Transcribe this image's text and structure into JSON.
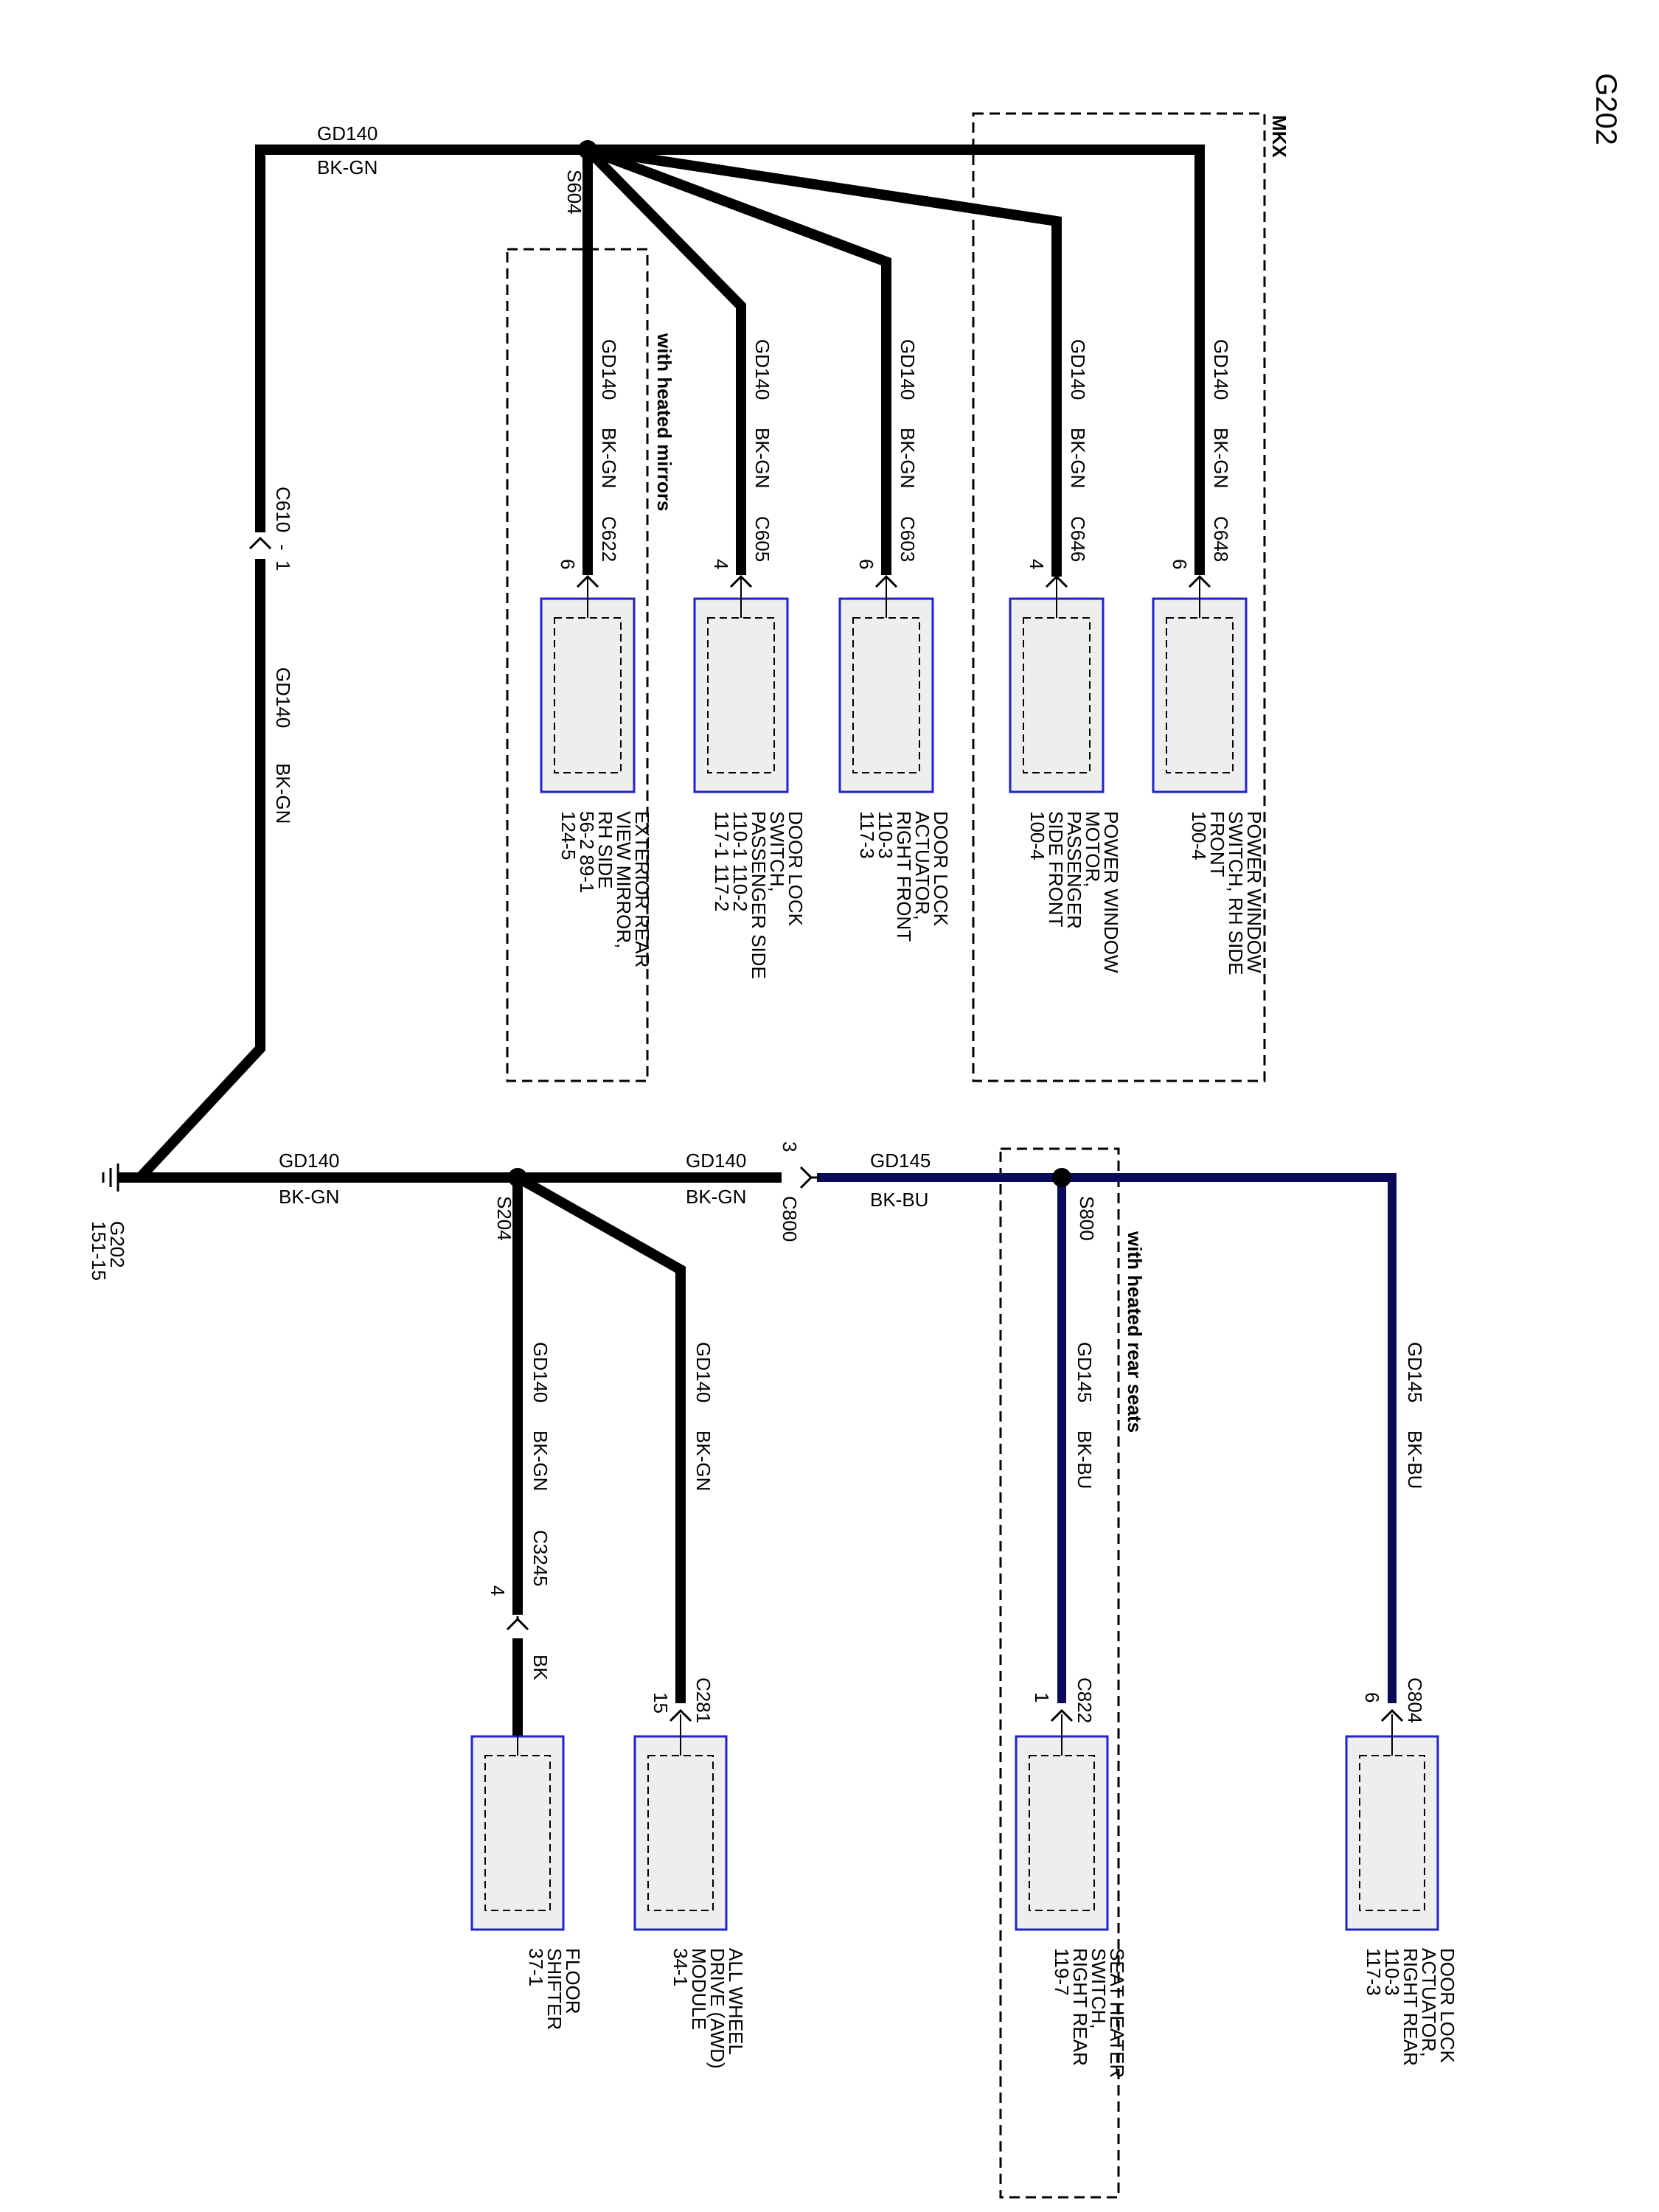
{
  "page_title": "G202",
  "colors": {
    "wire_black": "#000000",
    "wire_blue": "#0a0a5a",
    "component_border": "#2222cc",
    "component_fill": "#eeeeee"
  },
  "ground": {
    "name": "G202",
    "ref": "151-15"
  },
  "splices": {
    "s604": "S604",
    "s204": "S204",
    "s800": "S800"
  },
  "inline_connectors": {
    "c610": {
      "name": "C610",
      "pin": "1",
      "sep": "-"
    },
    "c800": {
      "name": "C800",
      "pin": "3"
    }
  },
  "wires": {
    "top_main": {
      "circuit": "GD140",
      "color": "BK-GN"
    },
    "vertical_main": {
      "circuit": "GD140",
      "color": "BK-GN"
    },
    "bottom_main": {
      "circuit": "GD140",
      "color": "BK-GN"
    },
    "bottom_mid": {
      "circuit": "GD140",
      "color": "BK-GN"
    },
    "bottom_blue": {
      "circuit": "GD145",
      "color": "BK-BU"
    }
  },
  "option_boxes": {
    "heated_mirrors": "with heated mirrors",
    "mkx": "MKX",
    "heated_rear_seats": "with heated rear seats"
  },
  "top_branches": [
    {
      "circuit": "GD140",
      "color": "BK-GN",
      "connector": "C622",
      "pin": "6",
      "component": [
        "EXTERIOR REAR",
        "VIEW MIRROR,",
        "RH SIDE",
        "56-2        89-1",
        "124-5"
      ]
    },
    {
      "circuit": "GD140",
      "color": "BK-GN",
      "connector": "C605",
      "pin": "4",
      "component": [
        "DOOR LOCK",
        "SWITCH,",
        "PASSENGER SIDE",
        "110-1   110-2",
        "117-1   117-2"
      ]
    },
    {
      "circuit": "GD140",
      "color": "BK-GN",
      "connector": "C603",
      "pin": "6",
      "component": [
        "DOOR LOCK",
        "ACTUATOR,",
        "RIGHT FRONT",
        "110-3",
        "117-3"
      ]
    },
    {
      "circuit": "GD140",
      "color": "BK-GN",
      "connector": "C646",
      "pin": "4",
      "component": [
        "POWER WINDOW",
        "MOTOR,",
        "PASSENGER",
        "SIDE FRONT",
        "100-4"
      ]
    },
    {
      "circuit": "GD140",
      "color": "BK-GN",
      "connector": "C648",
      "pin": "6",
      "component": [
        "POWER WINDOW",
        "SWITCH, RH SIDE",
        "FRONT",
        "100-4"
      ]
    }
  ],
  "bottom_branches": [
    {
      "circuit": "GD140",
      "color": "BK-GN",
      "connector": "C3245",
      "pin": "4",
      "extra_wire": "BK",
      "component": [
        "FLOOR",
        "SHIFTER",
        "37-1"
      ]
    },
    {
      "circuit": "GD140",
      "color": "BK-GN",
      "connector": "C281",
      "pin": "15",
      "component": [
        "ALL WHEEL",
        "DRIVE (AWD)",
        "MODULE",
        "34-1"
      ]
    },
    {
      "circuit": "GD145",
      "color": "BK-BU",
      "connector": "C822",
      "pin": "1",
      "component": [
        "SEAT HEATER",
        "SWITCH,",
        "RIGHT REAR",
        "119-7"
      ]
    },
    {
      "circuit": "GD145",
      "color": "BK-BU",
      "connector": "C804",
      "pin": "6",
      "component": [
        "DOOR LOCK",
        "ACTUATOR,",
        "RIGHT REAR",
        "110-3",
        "117-3"
      ]
    }
  ]
}
